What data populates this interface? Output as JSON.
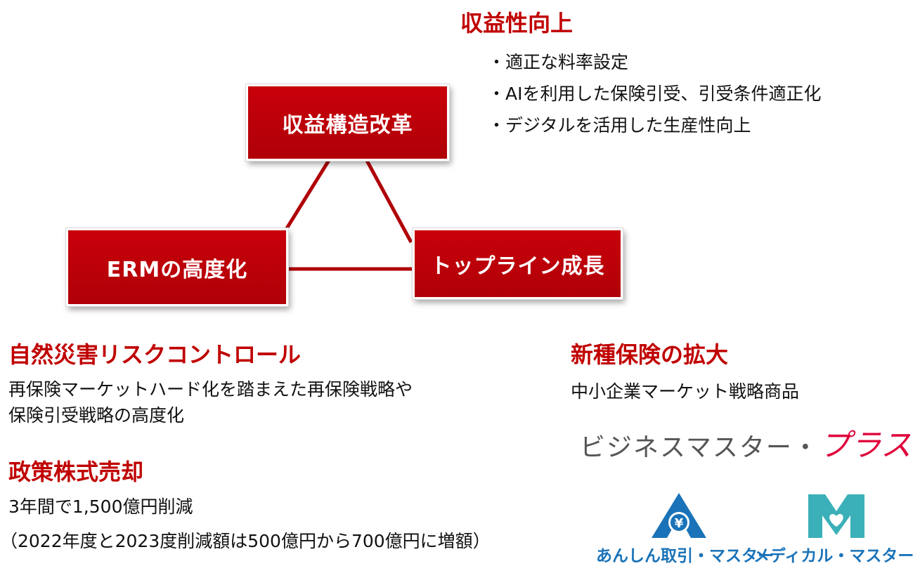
{
  "diagram": {
    "top_box": "収益構造改革",
    "left_box": "ERMの高度化",
    "right_box": "トップライン成長"
  },
  "profitability": {
    "title": "収益性向上",
    "items": [
      "適正な料率設定",
      "AIを利用した保険引受、引受条件適正化",
      "デジタルを活用した生産性向上"
    ]
  },
  "disaster": {
    "title": "自然災害リスクコントロール",
    "lines": [
      "再保険マーケットハード化を踏まえた再保険戦略や",
      "保険引受戦略の高度化"
    ]
  },
  "equity": {
    "title": "政策株式売却",
    "lines": [
      "3年間で1,500億円削減",
      "（2022年度と2023度削減額は500億円から700億円に増額）"
    ]
  },
  "new_insurance": {
    "title": "新種保険の拡大",
    "subtitle": "中小企業マーケット戦略商品",
    "logo_main": "ビジネスマスター・",
    "logo_plus": "プラス",
    "logo_a_caption": "あんしん取引・マスター",
    "logo_m_caption": "メディカル・マスター",
    "logo_a_symbol": "¥",
    "colors": {
      "accent_red": "#c00000",
      "logo_blue": "#1a73b8",
      "logo_teal": "#3bb0b8"
    }
  }
}
